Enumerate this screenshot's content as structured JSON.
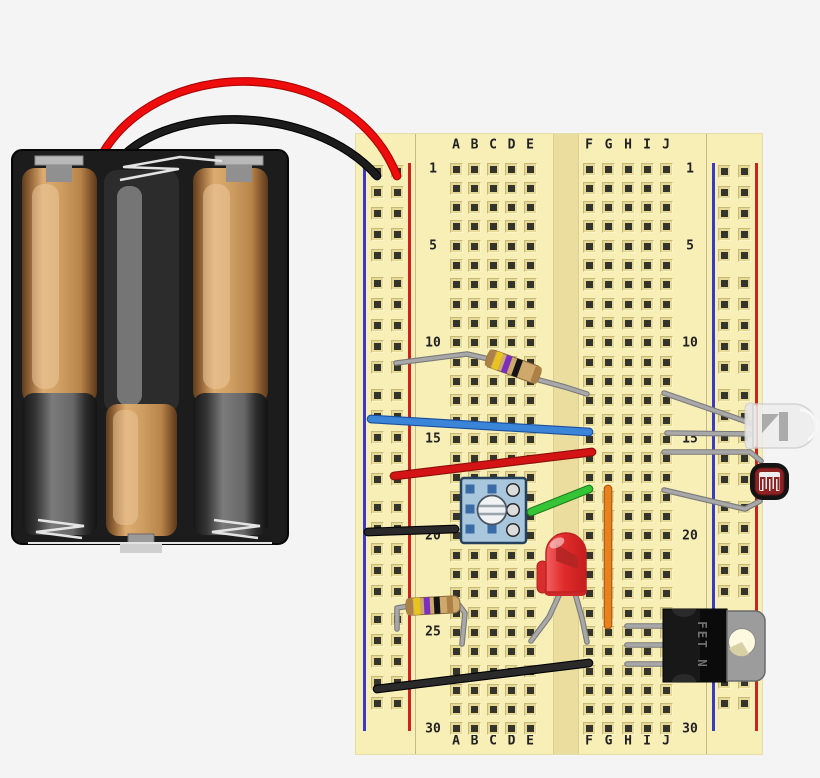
{
  "diagram": {
    "kind": "breadboard-circuit",
    "background_color": "#f4f4f4"
  },
  "breadboard": {
    "column_letters_left": [
      "A",
      "B",
      "C",
      "D",
      "E"
    ],
    "column_letters_right": [
      "F",
      "G",
      "H",
      "I",
      "J"
    ],
    "row_labels": [
      "1",
      "5",
      "10",
      "15",
      "20",
      "25",
      "30"
    ],
    "row_label_rows": [
      1,
      5,
      10,
      15,
      20,
      25,
      30
    ],
    "rows": 30,
    "board_color": "#f8efb7",
    "channel_color": "#eadd9e",
    "hole_color": "#35342b",
    "hole_bevel_color": "#e6d895",
    "label_color": "#222222",
    "negative_rail_color": "#3a3ac4",
    "positive_rail_color": "#cc2222"
  },
  "battery_pack": {
    "name": "3x AA battery holder",
    "case_color": "#1c1c1c",
    "contact_color": "#b8b8b8",
    "spring_color": "#e4e4e4",
    "cell_copper_highlight": "#ecc89c",
    "cell_nub_color": "#9a9a9a",
    "cell_base_color": "#cfcfcf"
  },
  "components": {
    "battery_wire_black": {
      "name": "black battery lead (negative)",
      "color": "#1c1c1c",
      "edge": "#000000"
    },
    "battery_wire_red": {
      "name": "red battery lead (positive)",
      "color": "#ee0c0c",
      "edge": "#a80404"
    },
    "jumper_blue": {
      "name": "blue jumper wire",
      "color": "#3a85d8",
      "edge": "#1a4e9e"
    },
    "jumper_red": {
      "name": "red jumper wire",
      "color": "#d41414",
      "edge": "#8e0e0e"
    },
    "jumper_green": {
      "name": "green jumper wire",
      "color": "#35c435",
      "edge": "#1e7e1e"
    },
    "jumper_orange": {
      "name": "orange jumper wire",
      "color": "#e8821f",
      "edge": "#a8560e"
    },
    "jumper_black_short": {
      "name": "black jumper wire",
      "color": "#2a2a2a",
      "edge": "#000000"
    },
    "jumper_black_long": {
      "name": "black jumper wire",
      "color": "#2a2a2a",
      "edge": "#000000"
    },
    "resistor_1": {
      "name": "resistor yellow-violet-black",
      "body": "#cfa86b",
      "end": "#ab8146",
      "bands": [
        "#e9c41a",
        "#7b2fbe",
        "#141414"
      ],
      "lead": "#a8a8a8"
    },
    "resistor_2": {
      "name": "resistor yellow-violet-black",
      "body": "#cfa86b",
      "end": "#ab8146",
      "bands": [
        "#e9c41a",
        "#7b2fbe",
        "#141414"
      ],
      "lead": "#a8a8a8"
    },
    "trimpot": {
      "name": "trimmer potentiometer",
      "body": "#a9c7dc",
      "outline": "#25415e",
      "pads": "#3b6ba5",
      "pins": "#dcdcdc",
      "dial": "#f0f2f3",
      "slot": "#9aa4ad"
    },
    "led_red": {
      "name": "red LED",
      "bulb_light": "#f26060",
      "bulb": "#e02b2b",
      "bulb_dark": "#c51d1d",
      "rim": "#bf2222",
      "electrode": "#b42525",
      "lead": "#a8a8a8"
    },
    "led_clear": {
      "name": "clear LED",
      "bulb": "#ededed",
      "outline": "#cdcdcd",
      "inner": "#a3a3a3",
      "lead": "#a8a8a8"
    },
    "photoresistor": {
      "name": "photoresistor LDR",
      "body": "#141414",
      "face": "#8c2222",
      "window": "#efecec",
      "lead": "#a8a8a8"
    },
    "mosfet": {
      "name": "N-channel MOSFET TO-220",
      "label": "FET N",
      "label_color": "#6f6f6f",
      "body": "#181818",
      "strip": "#0b0b0b",
      "tab": "#9c9c9c",
      "hole_fill": "#fdf8e0",
      "lead": "#a8a8a8"
    }
  }
}
